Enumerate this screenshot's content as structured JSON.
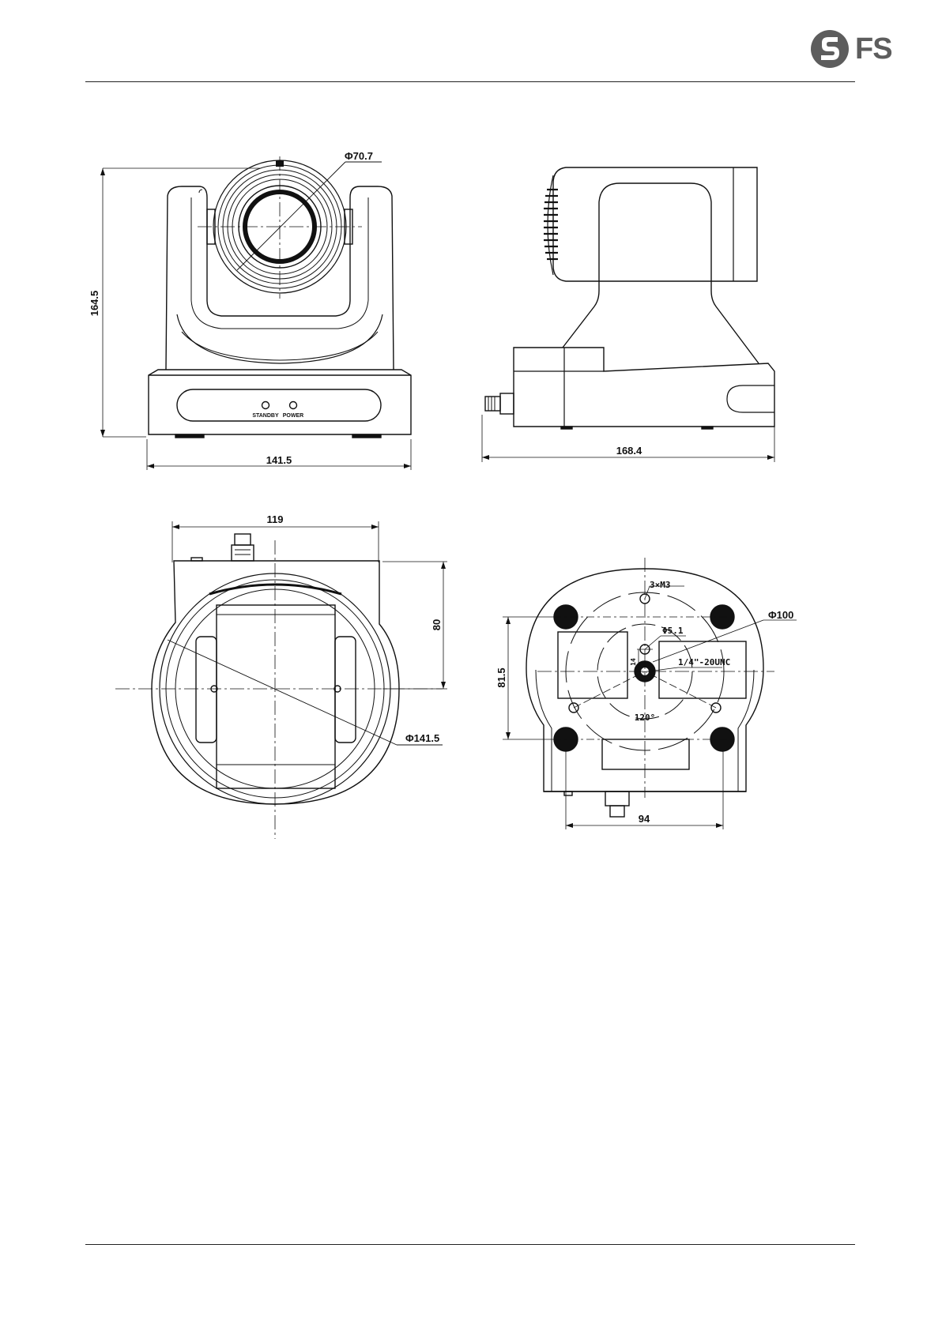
{
  "brand": {
    "name": "FS",
    "color": "#5d5d5d"
  },
  "front_view": {
    "lens_diameter": "Φ70.7",
    "height": "164.5",
    "width": "141.5",
    "indicators": [
      "STANDBY",
      "POWER"
    ]
  },
  "side_view": {
    "depth": "168.4"
  },
  "top_view": {
    "width": "119",
    "depth": "80",
    "diameter": "Φ141.5"
  },
  "bottom_view": {
    "screws": "3×M3",
    "hole": "Φ5.1",
    "hole_offset": "14",
    "thread": "1/4\"-20UNC",
    "diameter": "Φ100",
    "angle": "120°",
    "foot_spacing_vertical": "81.5",
    "foot_spacing_horizontal": "94"
  }
}
